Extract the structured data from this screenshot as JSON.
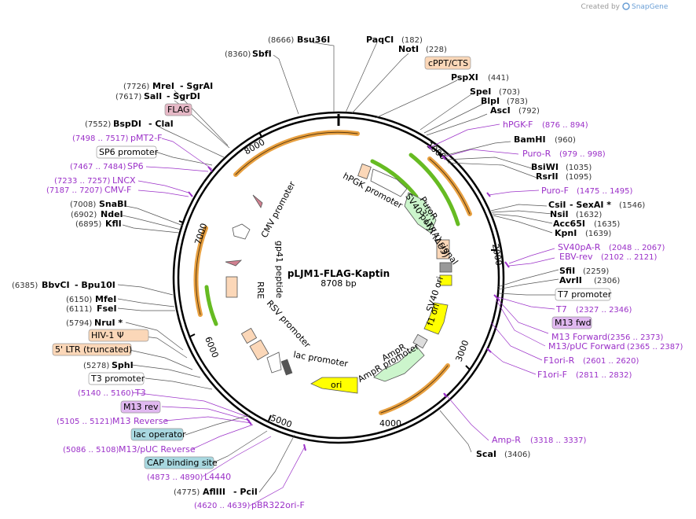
{
  "credit": {
    "prefix": "Created by",
    "brand": "SnapGene"
  },
  "plasmid": {
    "name": "pLJM1-FLAG-Kaptin",
    "size": "8708 bp"
  },
  "ticks": [
    "1000",
    "2000",
    "3000",
    "4000",
    "5000",
    "6000",
    "7000",
    "8000"
  ],
  "features": [
    {
      "name": "hPGK promoter"
    },
    {
      "name": "PuroR"
    },
    {
      "name": "3' LTR (ΔU3)"
    },
    {
      "name": "SV40 poly(A) signal"
    },
    {
      "name": "SV40 ori"
    },
    {
      "name": "f1 ori"
    },
    {
      "name": "AmpR promoter"
    },
    {
      "name": "AmpR"
    },
    {
      "name": "lac promoter"
    },
    {
      "name": "ori"
    },
    {
      "name": "RSV promoter"
    },
    {
      "name": "RRE"
    },
    {
      "name": "gp41 peptide"
    },
    {
      "name": "CMV promoter"
    }
  ],
  "sites": [
    {
      "name": "Bsu36I",
      "pos": "(8666)"
    },
    {
      "name": "PaqCI",
      "pos": "(182)"
    },
    {
      "name": "SbfI",
      "pos": "(8360)"
    },
    {
      "name": "NotI",
      "pos": "(228)"
    },
    {
      "name": "cPPT/CTS"
    },
    {
      "name": "PspXI",
      "pos": "(441)"
    },
    {
      "name": "MreI",
      "pos": "(7726)",
      "extra": "- SgrAI"
    },
    {
      "name": "SalI",
      "pos": "(7617)",
      "extra": "- SgrDI"
    },
    {
      "name": "SpeI",
      "pos": "(703)"
    },
    {
      "name": "BlpI",
      "pos": "(783)"
    },
    {
      "name": "AscI",
      "pos": "(792)"
    },
    {
      "name": "FLAG"
    },
    {
      "name": "BspDI",
      "pos": "(7552)",
      "extra": "- ClaI"
    },
    {
      "name": "hPGK-F",
      "pos": "(876 .. 894)"
    },
    {
      "name": "pMT2-F",
      "pos": "(7498 .. 7517)"
    },
    {
      "name": "BamHI",
      "pos": "(960)"
    },
    {
      "name": "SP6 promoter"
    },
    {
      "name": "Puro-R",
      "pos": "(979 .. 998)"
    },
    {
      "name": "SP6",
      "pos": "(7467 .. 7484)"
    },
    {
      "name": "BsiWI",
      "pos": "(1035)"
    },
    {
      "name": "RsrII",
      "pos": "(1095)"
    },
    {
      "name": "LNCX",
      "pos": "(7233 .. 7257)"
    },
    {
      "name": "CMV-F",
      "pos": "(7187 .. 7207)"
    },
    {
      "name": "Puro-F",
      "pos": "(1475 .. 1495)"
    },
    {
      "name": "SnaBI",
      "pos": "(7008)"
    },
    {
      "name": "CsiI",
      "pos": "(1546)",
      "extra": "- SexAI *"
    },
    {
      "name": "NdeI",
      "pos": "(6902)"
    },
    {
      "name": "NsiI",
      "pos": "(1632)"
    },
    {
      "name": "KflI",
      "pos": "(6895)"
    },
    {
      "name": "Acc65I",
      "pos": "(1635)"
    },
    {
      "name": "KpnI",
      "pos": "(1639)"
    },
    {
      "name": "SV40pA-R",
      "pos": "(2048 .. 2067)"
    },
    {
      "name": "EBV-rev",
      "pos": "(2102 .. 2121)"
    },
    {
      "name": "SfiI",
      "pos": "(2259)"
    },
    {
      "name": "AvrII",
      "pos": "(2306)"
    },
    {
      "name": "BbvCI",
      "pos": "(6385)",
      "extra": "- Bpu10I"
    },
    {
      "name": "T7 promoter"
    },
    {
      "name": "MfeI",
      "pos": "(6150)"
    },
    {
      "name": "FseI",
      "pos": "(6111)"
    },
    {
      "name": "T7",
      "pos": "(2327 .. 2346)"
    },
    {
      "name": "M13 fwd"
    },
    {
      "name": "NruI *",
      "pos": "(5794)"
    },
    {
      "name": "M13 Forward",
      "pos": "(2356 .. 2373)"
    },
    {
      "name": "HIV-1 Ψ"
    },
    {
      "name": "M13/pUC Forward",
      "pos": "(2365 .. 2387)"
    },
    {
      "name": "5' LTR (truncated)"
    },
    {
      "name": "F1ori-R",
      "pos": "(2601 .. 2620)"
    },
    {
      "name": "SphI",
      "pos": "(5278)"
    },
    {
      "name": "F1ori-F",
      "pos": "(2811 .. 2832)"
    },
    {
      "name": "T3 promoter"
    },
    {
      "name": "T3",
      "pos": "(5140 .. 5160)"
    },
    {
      "name": "M13 rev"
    },
    {
      "name": "M13 Reverse",
      "pos": "(5105 .. 5121)"
    },
    {
      "name": "lac operator"
    },
    {
      "name": "Amp-R",
      "pos": "(3318 .. 3337)"
    },
    {
      "name": "M13/pUC Reverse",
      "pos": "(5086 .. 5108)"
    },
    {
      "name": "ScaI",
      "pos": "(3406)"
    },
    {
      "name": "CAP binding site"
    },
    {
      "name": "L4440",
      "pos": "(4873 .. 4890)"
    },
    {
      "name": "AflIII",
      "pos": "(4775)",
      "extra": "- PciI"
    },
    {
      "name": "pBR322ori-F",
      "pos": "(4620 .. 4639)"
    }
  ],
  "colors": {
    "orf": "#f7c08a",
    "promoter": "#ffffff",
    "ori": "#ffff00",
    "amp": "#ccf5cc",
    "primer": "#9b30c8",
    "misc": "#fbd7b8",
    "flag": "#e6b8c6",
    "m13": "#e0b8f0",
    "lacop": "#a8d8e0",
    "greenarc": "#66bb22",
    "orangearc": "#e8a040",
    "brand": "#6a9fd6"
  }
}
